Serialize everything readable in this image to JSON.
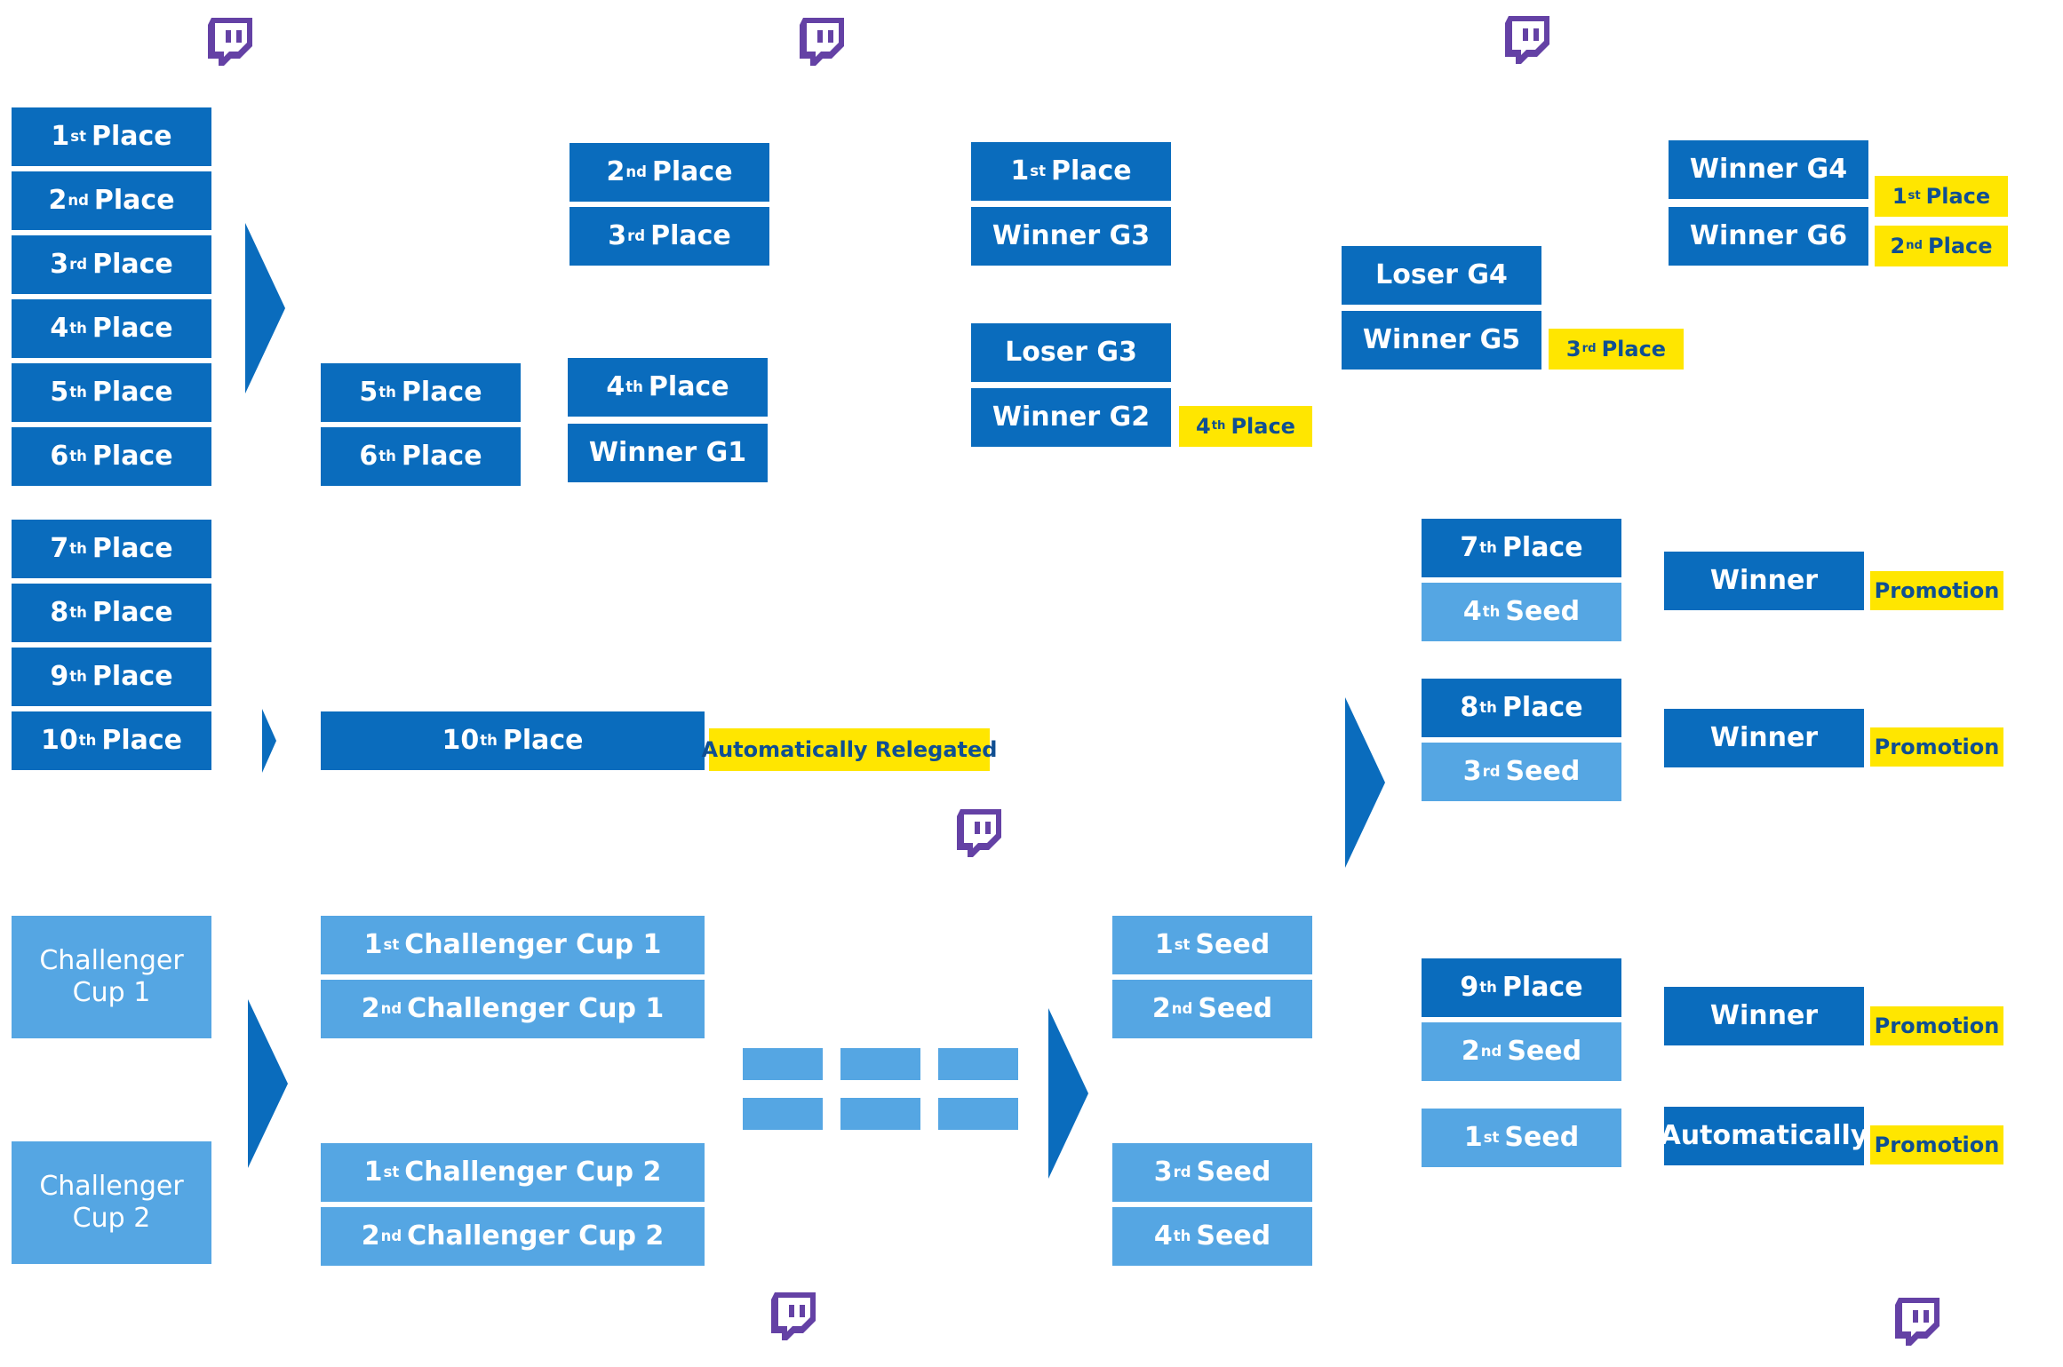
{
  "colors": {
    "dark": "#0a6cbd",
    "light": "#55a6e3",
    "tag": "#ffe600",
    "tag_text": "#0f4f92",
    "twitch": "#6441a5"
  },
  "icons": [
    "twitch-icon",
    "arrow-right-icon"
  ],
  "seeding": {
    "p1": [
      "1",
      "st",
      "Place"
    ],
    "p2": [
      "2",
      "nd",
      "Place"
    ],
    "p3": [
      "3",
      "rd",
      "Place"
    ],
    "p4": [
      "4",
      "th",
      "Place"
    ],
    "p5": [
      "5",
      "th",
      "Place"
    ],
    "p6": [
      "6",
      "th",
      "Place"
    ],
    "p7": [
      "7",
      "th",
      "Place"
    ],
    "p8": [
      "8",
      "th",
      "Place"
    ],
    "p9": [
      "9",
      "th",
      "Place"
    ],
    "p10": [
      "10",
      "th",
      "Place"
    ]
  },
  "g1": {
    "top": [
      "5",
      "th",
      "Place"
    ],
    "bottom": [
      "6",
      "th",
      "Place"
    ]
  },
  "g2": {
    "top": [
      "2",
      "nd",
      "Place"
    ],
    "bottom": [
      "3",
      "rd",
      "Place"
    ]
  },
  "g3": {
    "top": [
      "4",
      "th",
      "Place"
    ],
    "bottom": "Winner G1"
  },
  "g4": {
    "top": [
      "1",
      "st",
      "Place"
    ],
    "bottom": "Winner G3"
  },
  "g5": {
    "top": "Loser G3",
    "bottom": "Winner G2",
    "result": [
      "4",
      "th",
      "Place"
    ]
  },
  "g6": {
    "top": "Loser G4",
    "bottom": "Winner G5",
    "result": [
      "3",
      "rd",
      "Place"
    ]
  },
  "final": {
    "top": "Winner G4",
    "bottom": "Winner G6",
    "result1": [
      "1",
      "st",
      "Place"
    ],
    "result2": [
      "2",
      "nd",
      "Place"
    ]
  },
  "relegation": {
    "box": [
      "10",
      "th",
      "Place"
    ],
    "result": "Automatically Relegated"
  },
  "challenger": {
    "cup1": "Challenger Cup 1",
    "cup2": "Challenger Cup 2"
  },
  "qualifiers": {
    "c1a": [
      "1",
      "st",
      "Challenger Cup 1"
    ],
    "c1b": [
      "2",
      "nd",
      "Challenger Cup 1"
    ],
    "c2a": [
      "1",
      "st",
      "Challenger Cup 2"
    ],
    "c2b": [
      "2",
      "nd",
      "Challenger Cup 2"
    ]
  },
  "seeds": {
    "s1": [
      "1",
      "st",
      "Seed"
    ],
    "s2": [
      "2",
      "nd",
      "Seed"
    ],
    "s3": [
      "3",
      "rd",
      "Seed"
    ],
    "s4": [
      "4",
      "th",
      "Seed"
    ]
  },
  "promo1": {
    "top": [
      "7",
      "th",
      "Place"
    ],
    "bottom": [
      "4",
      "th",
      "Seed"
    ],
    "winner": "Winner",
    "result": "Promotion"
  },
  "promo2": {
    "top": [
      "8",
      "th",
      "Place"
    ],
    "bottom": [
      "3",
      "rd",
      "Seed"
    ],
    "winner": "Winner",
    "result": "Promotion"
  },
  "promo3": {
    "top": [
      "9",
      "th",
      "Place"
    ],
    "bottom": [
      "2",
      "nd",
      "Seed"
    ],
    "winner": "Winner",
    "result": "Promotion"
  },
  "promo4": {
    "seed": [
      "1",
      "st",
      "Seed"
    ],
    "winner": "Automatically",
    "result": "Promotion"
  }
}
